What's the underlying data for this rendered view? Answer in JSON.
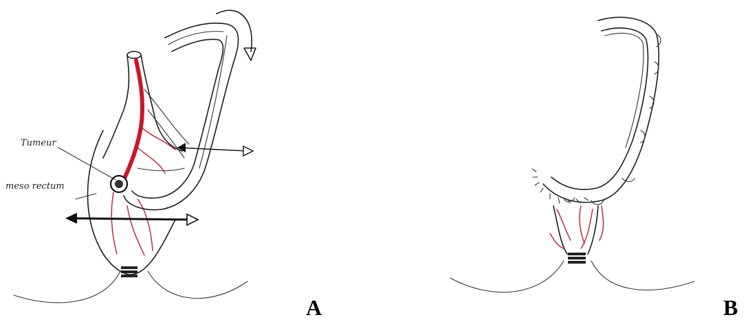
{
  "panels": [
    {
      "letter": "A",
      "labels": {
        "tumour": "Tumeur",
        "mesorectum": "meso rectum"
      }
    },
    {
      "letter": "B"
    }
  ],
  "colors": {
    "ink": "#1b1b1b",
    "vessel": "#c9182b",
    "background": "#ffffff"
  }
}
